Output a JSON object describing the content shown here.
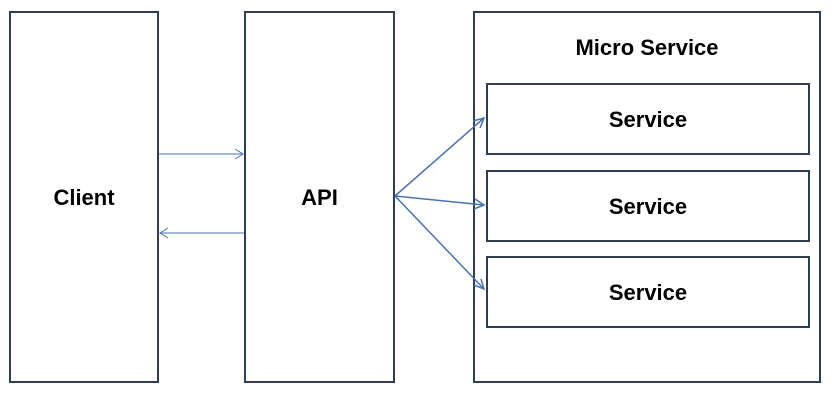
{
  "client": {
    "label": "Client"
  },
  "api": {
    "label": "API"
  },
  "micro_service": {
    "title": "Micro Service",
    "services": [
      {
        "label": "Service"
      },
      {
        "label": "Service"
      },
      {
        "label": "Service"
      }
    ]
  },
  "colors": {
    "box_border": "#2e3d52",
    "arrow": "#4a72b0"
  }
}
